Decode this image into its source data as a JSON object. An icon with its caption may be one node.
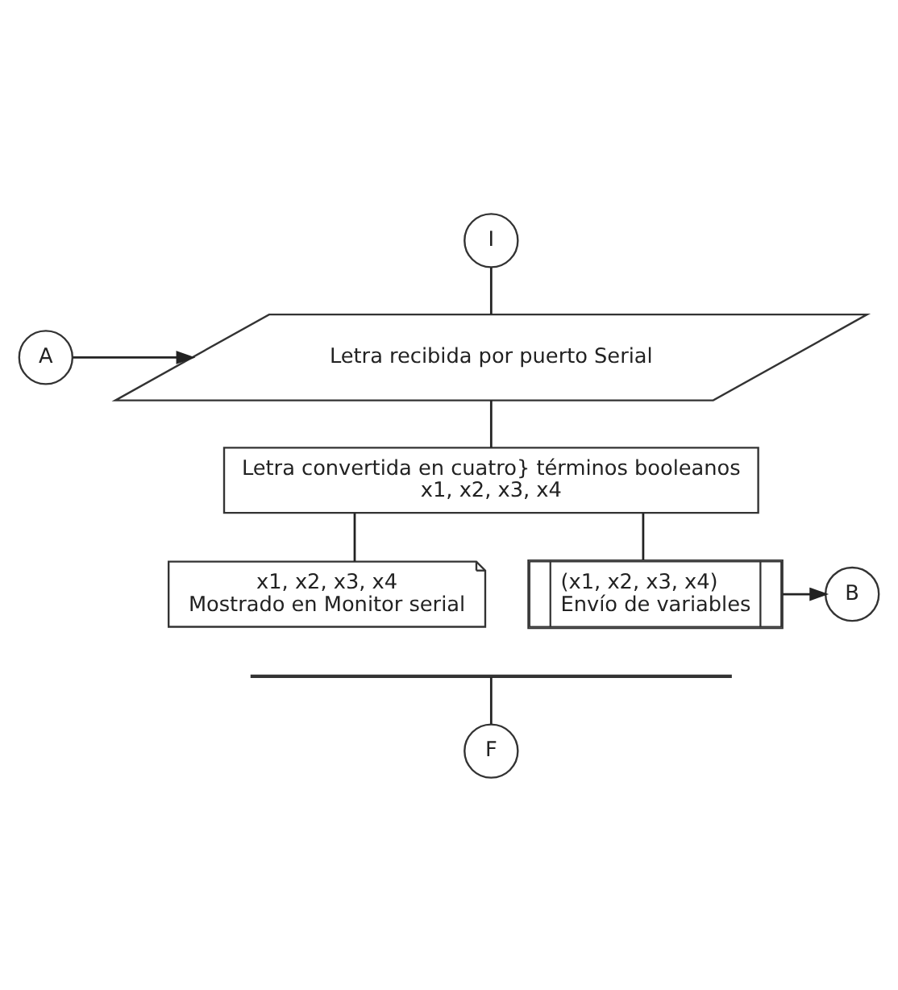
{
  "diagram": {
    "nodes": [
      {
        "text": [
          "I"
        ]
      },
      {
        "text": [
          "A"
        ]
      },
      {
        "text": [
          "Letra recibida por puerto Serial"
        ]
      },
      {
        "text": [
          "Letra convertida en cuatro} términos booleanos",
          "x1, x2, x3, x4"
        ]
      },
      {
        "text": [
          "x1, x2, x3, x4",
          "Mostrado en Monitor serial"
        ]
      },
      {
        "text": [
          "(x1, x2, x3, x4)",
          "Envío de variables"
        ]
      },
      {
        "text": [
          "B"
        ]
      },
      {
        "text": [],
        "shape": "bar"
      },
      {
        "text": [
          "F"
        ]
      }
    ],
    "edges": [
      {
        "from": 0,
        "to": 2,
        "arrow": "none"
      },
      {
        "from": 1,
        "to": 2,
        "arrow": "to"
      },
      {
        "from": 2,
        "to": 3,
        "arrow": "none"
      },
      {
        "from": 3,
        "to": 4,
        "arrow": "none"
      },
      {
        "from": 3,
        "to": 5,
        "arrow": "none"
      },
      {
        "from": 5,
        "to": 6,
        "arrow": "to"
      },
      {
        "from": 7,
        "to": 8,
        "arrow": "none"
      }
    ]
  }
}
